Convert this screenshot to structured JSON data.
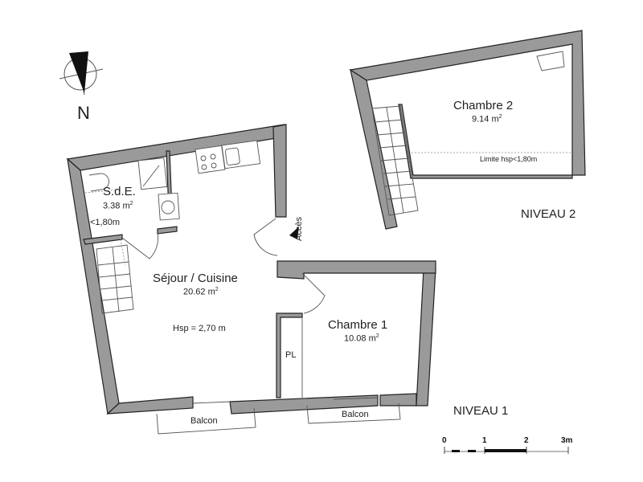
{
  "compass": {
    "label": "N",
    "icon": "north-arrow-icon"
  },
  "levels": {
    "level1": {
      "label": "NIVEAU 1"
    },
    "level2": {
      "label": "NIVEAU 2"
    }
  },
  "rooms": {
    "sde": {
      "name": "S.d.E.",
      "area": "3.38 m",
      "area_unit_sup": "2",
      "note": "<1,80m"
    },
    "sejour": {
      "name": "Séjour / Cuisine",
      "area": "20.62 m",
      "area_unit_sup": "2",
      "height": "Hsp = 2,70 m"
    },
    "chambre1": {
      "name": "Chambre 1",
      "area": "10.08 m",
      "area_unit_sup": "2"
    },
    "chambre2": {
      "name": "Chambre 2",
      "area": "9.14 m",
      "area_unit_sup": "2",
      "limit_note": "Limite hsp<1,80m"
    },
    "placard": {
      "name": "PL"
    }
  },
  "balconies": [
    {
      "label": "Balcon"
    },
    {
      "label": "Balcon"
    }
  ],
  "access": {
    "label": "Accès"
  },
  "scale_bar": {
    "ticks": [
      "0",
      "1",
      "2",
      "3m"
    ]
  },
  "colors": {
    "wall": "#9a9a9a",
    "outline": "#222222",
    "background": "#ffffff"
  }
}
